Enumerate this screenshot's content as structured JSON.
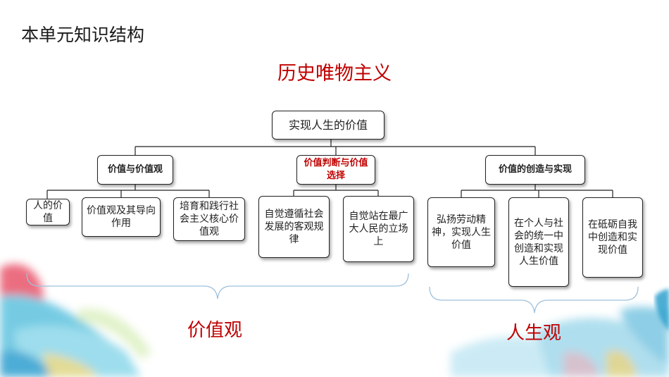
{
  "page_title": "本单元知识结构",
  "main_title": "历史唯物主义",
  "root": "实现人生的价值",
  "categories": [
    {
      "label": "价值与价值观",
      "children": [
        "人的价值",
        "价值观及其导向作用",
        "培育和践行社会主义核心价值观"
      ]
    },
    {
      "label": "价值判断与价值选择",
      "children": [
        "自觉遵循社会发展的客观规律",
        "自觉站在最广大人民的立场上"
      ]
    },
    {
      "label": "价值的创造与实现",
      "children": [
        "弘扬劳动精神，实现人生价值",
        "在个人与社会的统一中创造和实现人生价值",
        "在砥砺自我中创造和实现价值"
      ]
    }
  ],
  "bottom_labels": [
    "价值观",
    "人生观"
  ],
  "colors": {
    "accent": "#c00000",
    "brace": "#9ec0dc"
  }
}
